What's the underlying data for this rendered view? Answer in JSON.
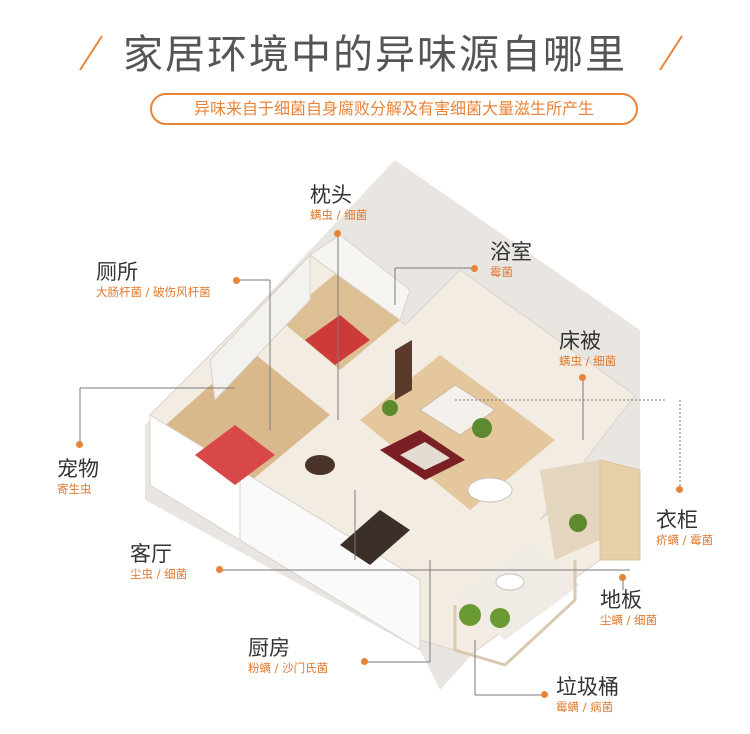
{
  "header": {
    "title": "家居环境中的异味源自哪里",
    "subtitle": "异味来自于细菌自身腐败分解及有害细菌大量滋生所产生"
  },
  "colors": {
    "accent": "#e8843a",
    "text": "#333333",
    "title": "#555555"
  },
  "labels": {
    "pillow": {
      "name": "枕头",
      "sub": "螨虫 / 细菌"
    },
    "bathroom": {
      "name": "浴室",
      "sub": "霉菌"
    },
    "toilet": {
      "name": "厕所",
      "sub": "大肠杆菌 / 破伤风杆菌"
    },
    "bedding": {
      "name": "床被",
      "sub": "螨虫 / 细菌"
    },
    "pet": {
      "name": "宠物",
      "sub": "寄生虫"
    },
    "wardrobe": {
      "name": "衣柜",
      "sub": "疥螨 / 霉菌"
    },
    "living": {
      "name": "客厅",
      "sub": "尘虫 / 细菌"
    },
    "floor": {
      "name": "地板",
      "sub": "尘螨 / 细菌"
    },
    "kitchen": {
      "name": "厨房",
      "sub": "粉螨 / 沙门氏菌"
    },
    "trash": {
      "name": "垃圾桶",
      "sub": "霉螨 / 病菌"
    }
  }
}
